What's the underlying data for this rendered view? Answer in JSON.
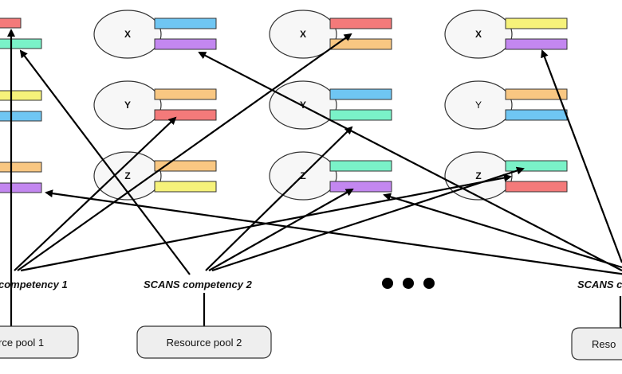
{
  "competencies": {
    "c1": "competency 1",
    "c2": "SCANS competency 2",
    "c3": "SCANS c"
  },
  "pools": {
    "p1": "rce pool 1",
    "p2": "Resource pool 2",
    "p3": "Reso"
  },
  "nodes": {
    "col2": [
      "X",
      "Y",
      "Z"
    ],
    "col3": [
      "X",
      "Y",
      "Z"
    ],
    "col4": [
      "X",
      "Y",
      "Z"
    ]
  },
  "colors": {
    "red": "#f47a7a",
    "green": "#7af2c8",
    "yellow": "#f6f27a",
    "blue": "#6fc6f3",
    "orange": "#f9c782",
    "purple": "#c387f0",
    "ellipse": "#f7f7f7",
    "pool": "#eeeeee"
  }
}
